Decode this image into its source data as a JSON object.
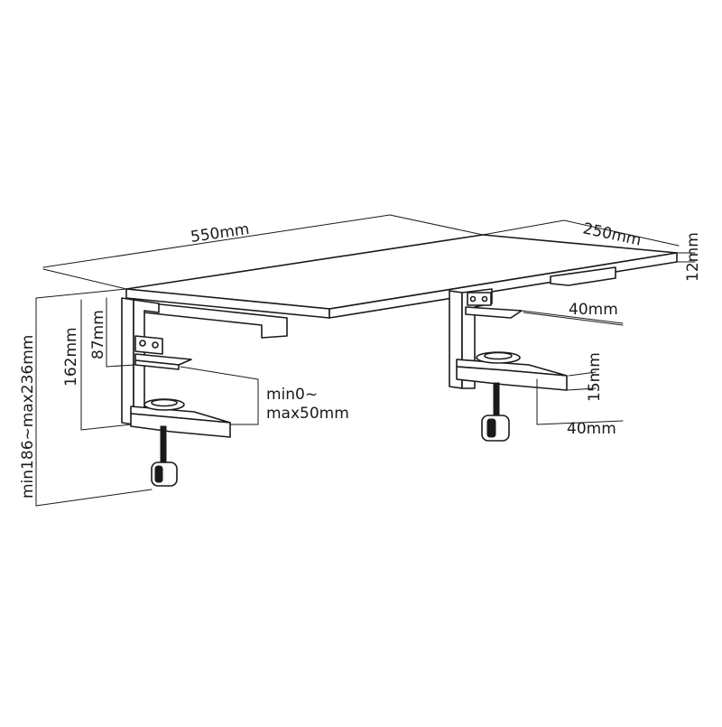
{
  "dimensions": {
    "width": "550mm",
    "depth": "250mm",
    "thickness": "12mm",
    "clamp_bracket_width": "40mm",
    "clamp_foot_width": "40mm",
    "clamp_pad_height": "15mm",
    "clamp_range_line1": "min0~",
    "clamp_range_line2": "max50mm",
    "shelf_to_support": "87mm",
    "shelf_to_foot": "162mm",
    "total_height": "min186~max236mm"
  },
  "colors": {
    "line": "#1a1a1a",
    "background": "#ffffff"
  }
}
